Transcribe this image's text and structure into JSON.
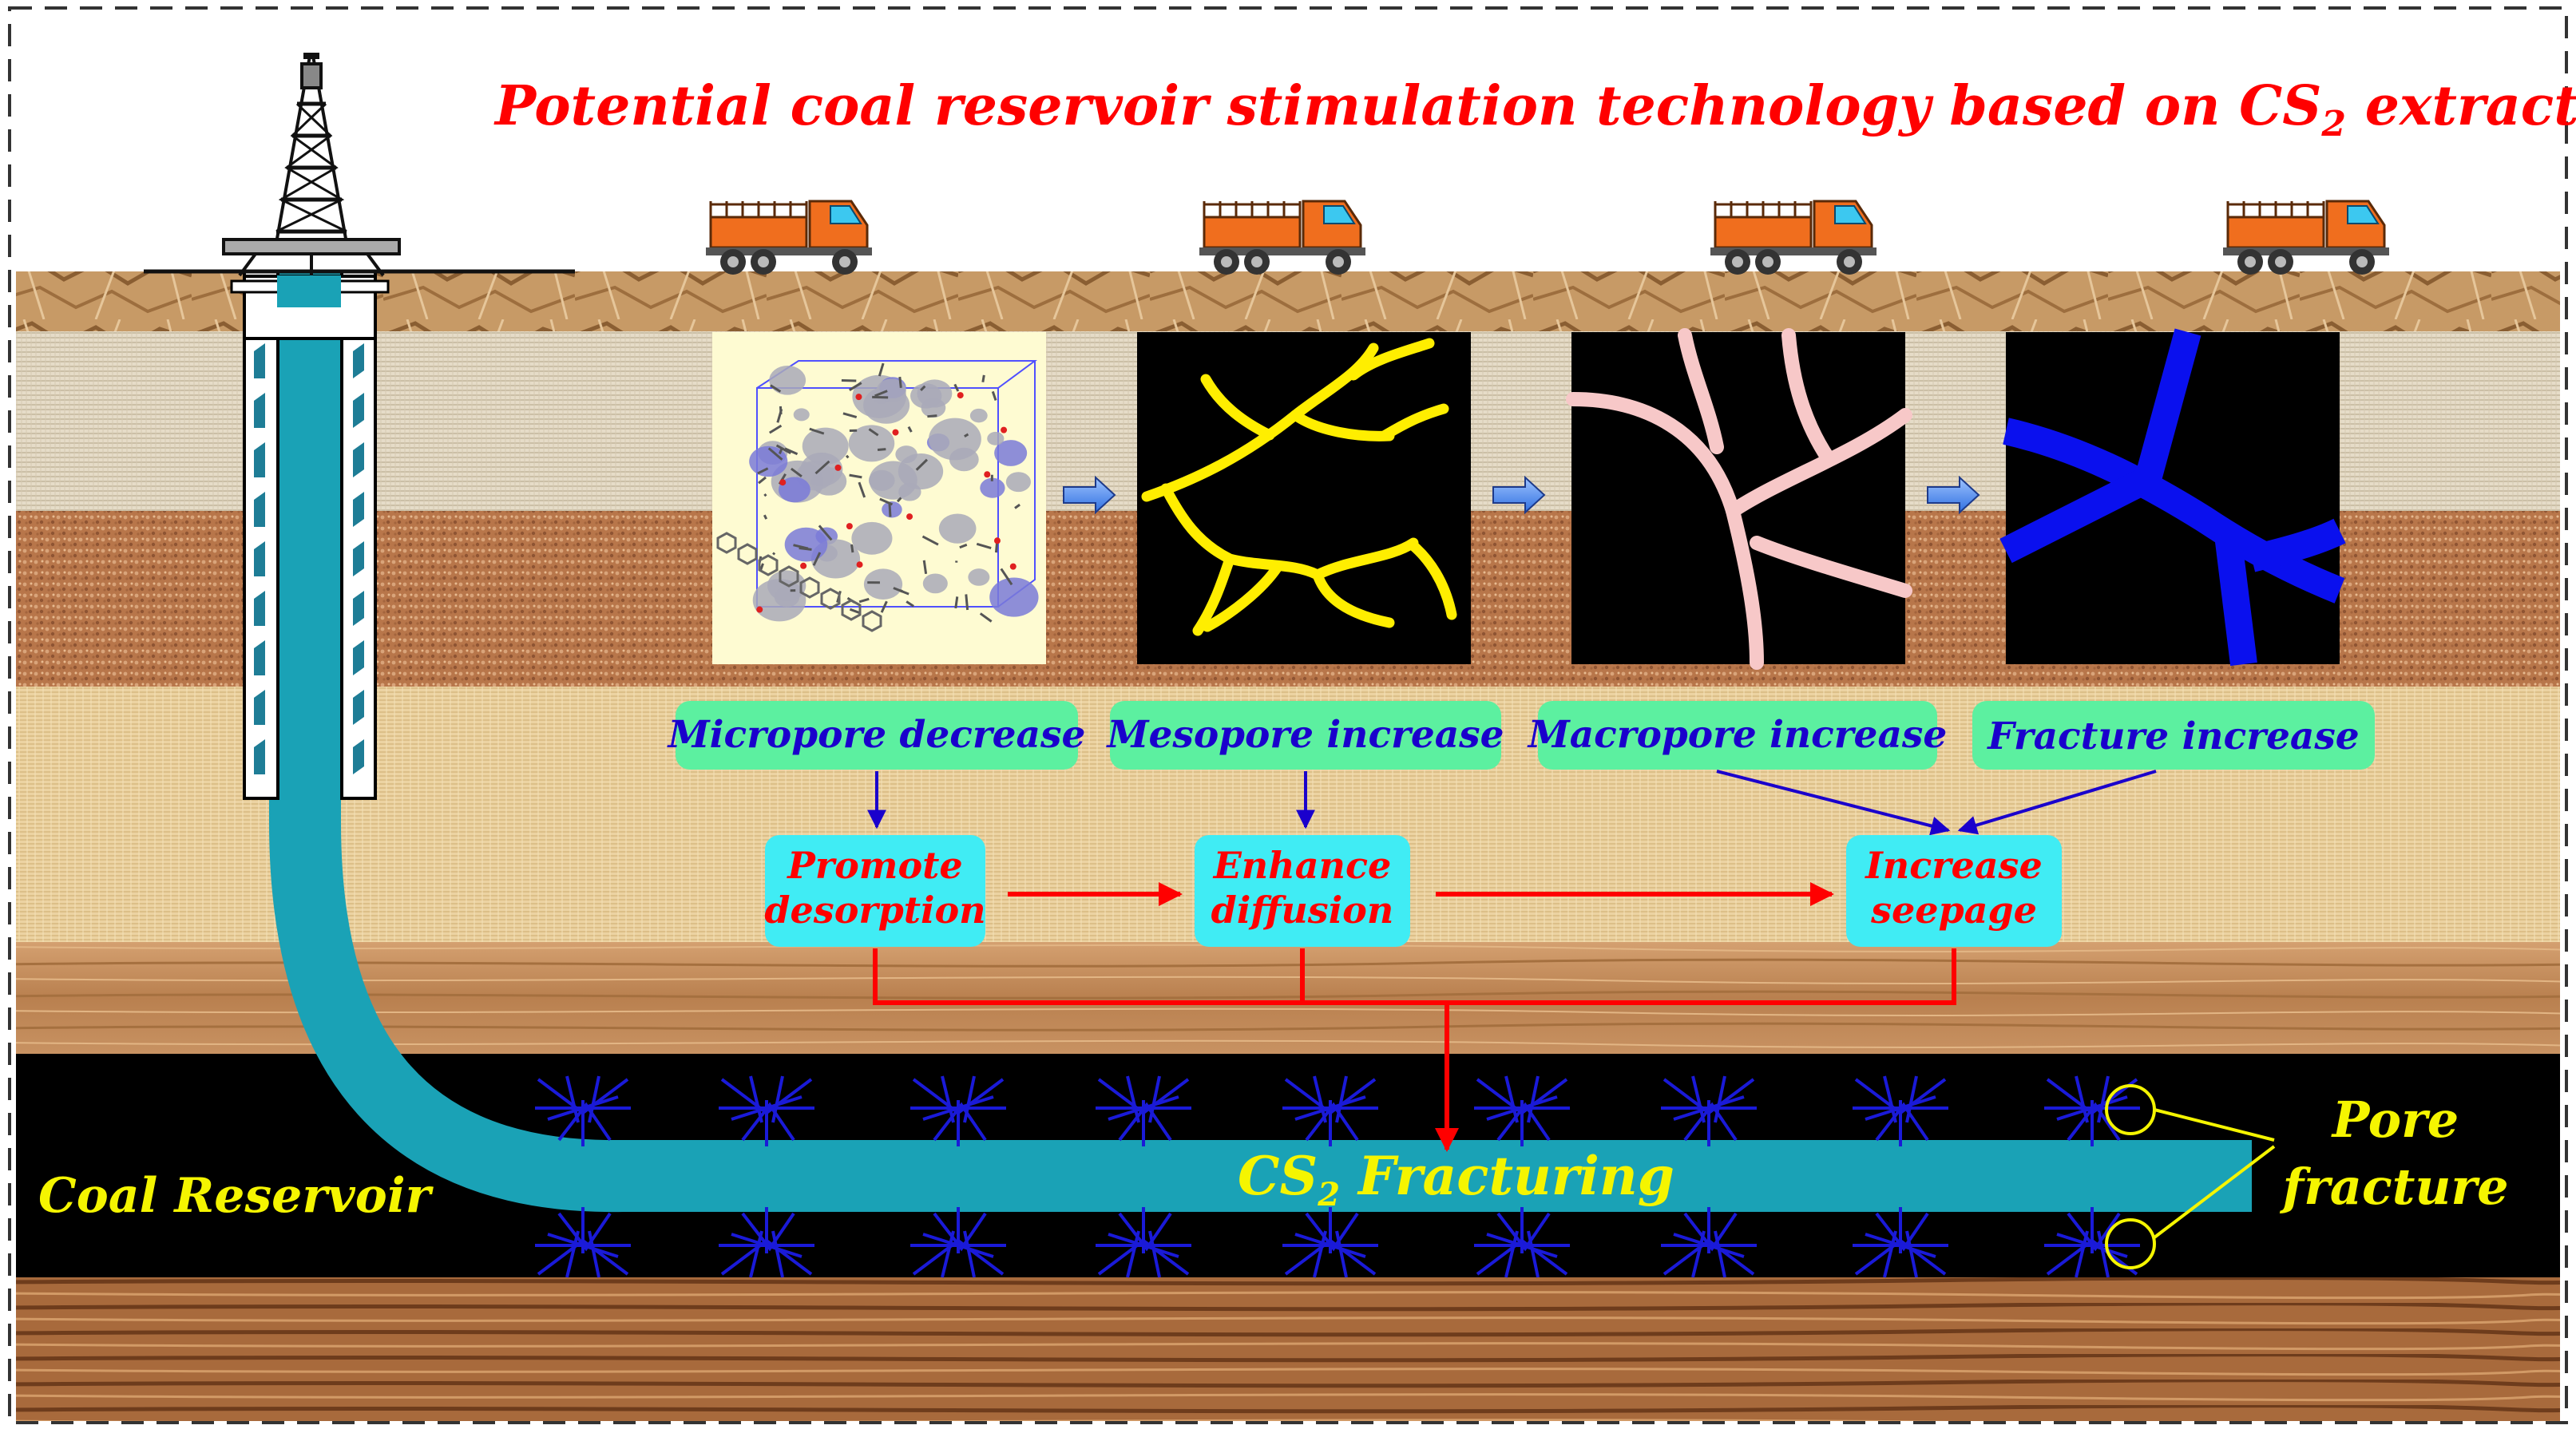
{
  "title": {
    "main": "Potential coal  reservoir stimulation technology based on CS",
    "subscript": "2",
    "tail": " extraction"
  },
  "panel_labels": [
    "Micropore decrease",
    "Mesopore increase",
    "Macropore increase",
    "Fracture increase"
  ],
  "process_boxes": {
    "desorption": [
      "Promote",
      "desorption"
    ],
    "diffusion": [
      "Enhance",
      "diffusion"
    ],
    "seepage": [
      "Increase",
      "seepage"
    ]
  },
  "reservoir_label": "Coal  Reservoir",
  "fracturing_label": {
    "main": "CS",
    "subscript": "2",
    "tail": " Fracturing"
  },
  "pore_fracture_label": [
    "Pore",
    "fracture"
  ],
  "colors": {
    "title_red": "#ff0000",
    "label_blue": "#1a00cc",
    "label_green_bg": "#5cf0a0",
    "process_box_bg": "#40ecf4",
    "process_red": "#ff0000",
    "pipe_teal": "#1aa2b6",
    "coal_black": "#000000",
    "yellow": "#f5f500",
    "fracture_blue": "#0000ee",
    "mesopore_yellow": "#ffee00",
    "macropore_pink": "#f7c8c8",
    "truck_orange": "#f06e1e"
  }
}
